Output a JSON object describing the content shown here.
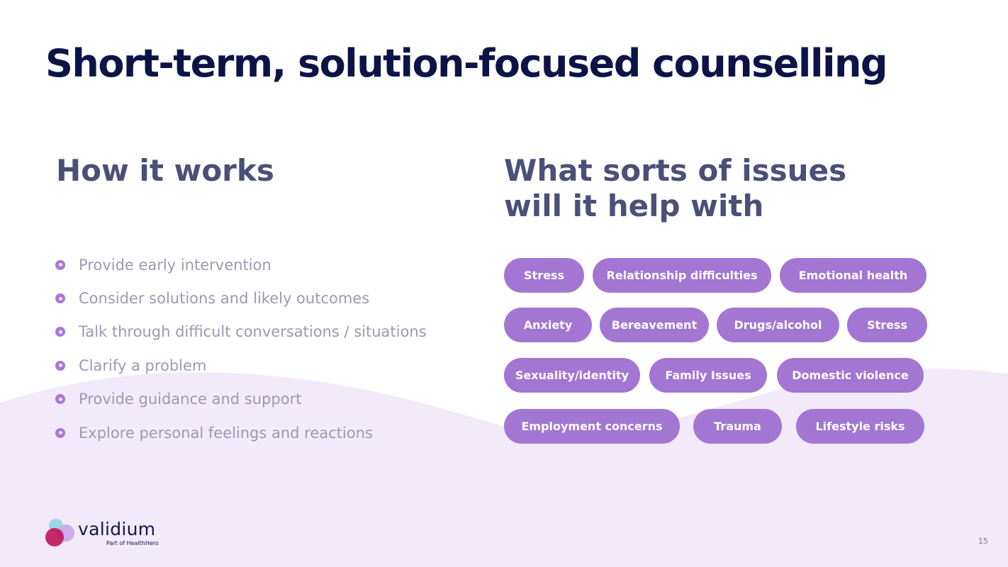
{
  "slide": {
    "title": "Short-term, solution-focused counselling",
    "page_number": "15"
  },
  "left": {
    "heading": "How it works",
    "bullets": [
      "Provide early intervention",
      "Consider solutions and likely outcomes",
      "Talk through difficult conversations / situations",
      "Clarify a problem",
      "Provide guidance and support",
      "Explore personal feelings and reactions"
    ]
  },
  "right": {
    "heading_line1": "What sorts of issues",
    "heading_line2": "will it help with",
    "rows": [
      [
        "Stress",
        "Relationship difficulties",
        "Emotional health"
      ],
      [
        "Anxiety",
        "Bereavement",
        "Drugs/alcohol",
        "Stress"
      ],
      [
        "Sexuality/identity",
        "Family Issues",
        "Domestic violence"
      ],
      [
        "Employment concerns",
        "Trauma",
        "Lifestyle risks"
      ]
    ]
  },
  "logo": {
    "name": "validium",
    "tagline": "Part of HealthHero"
  },
  "colors": {
    "title": "#0c1447",
    "heading": "#4a5078",
    "bullet_text": "#9a9bb0",
    "accent": "#a376d3",
    "wave": "#f2e9f9"
  }
}
